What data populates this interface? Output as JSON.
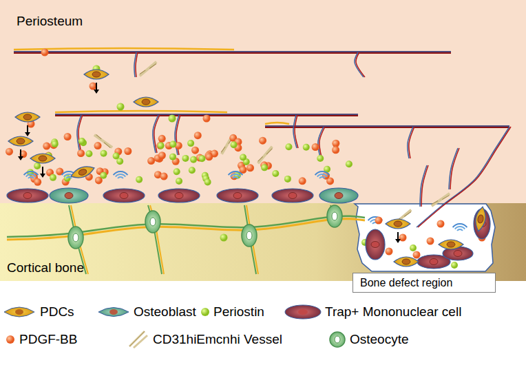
{
  "diagram": {
    "nodes": [
      {
        "text": [
          "Bone defect region"
        ]
      }
    ],
    "labels": [
      "Periosteum",
      "Cortical bone"
    ],
    "legend": [
      {
        "text": "PDCs"
      },
      {
        "text": "Osteoblast"
      },
      {
        "text": "Periostin"
      },
      {
        "text": "Trap+ Mononuclear cell"
      },
      {
        "text": "PDGF-BB"
      },
      {
        "text": "CD31hiEmcnhi Vessel"
      },
      {
        "text": "Osteocyte"
      }
    ]
  }
}
